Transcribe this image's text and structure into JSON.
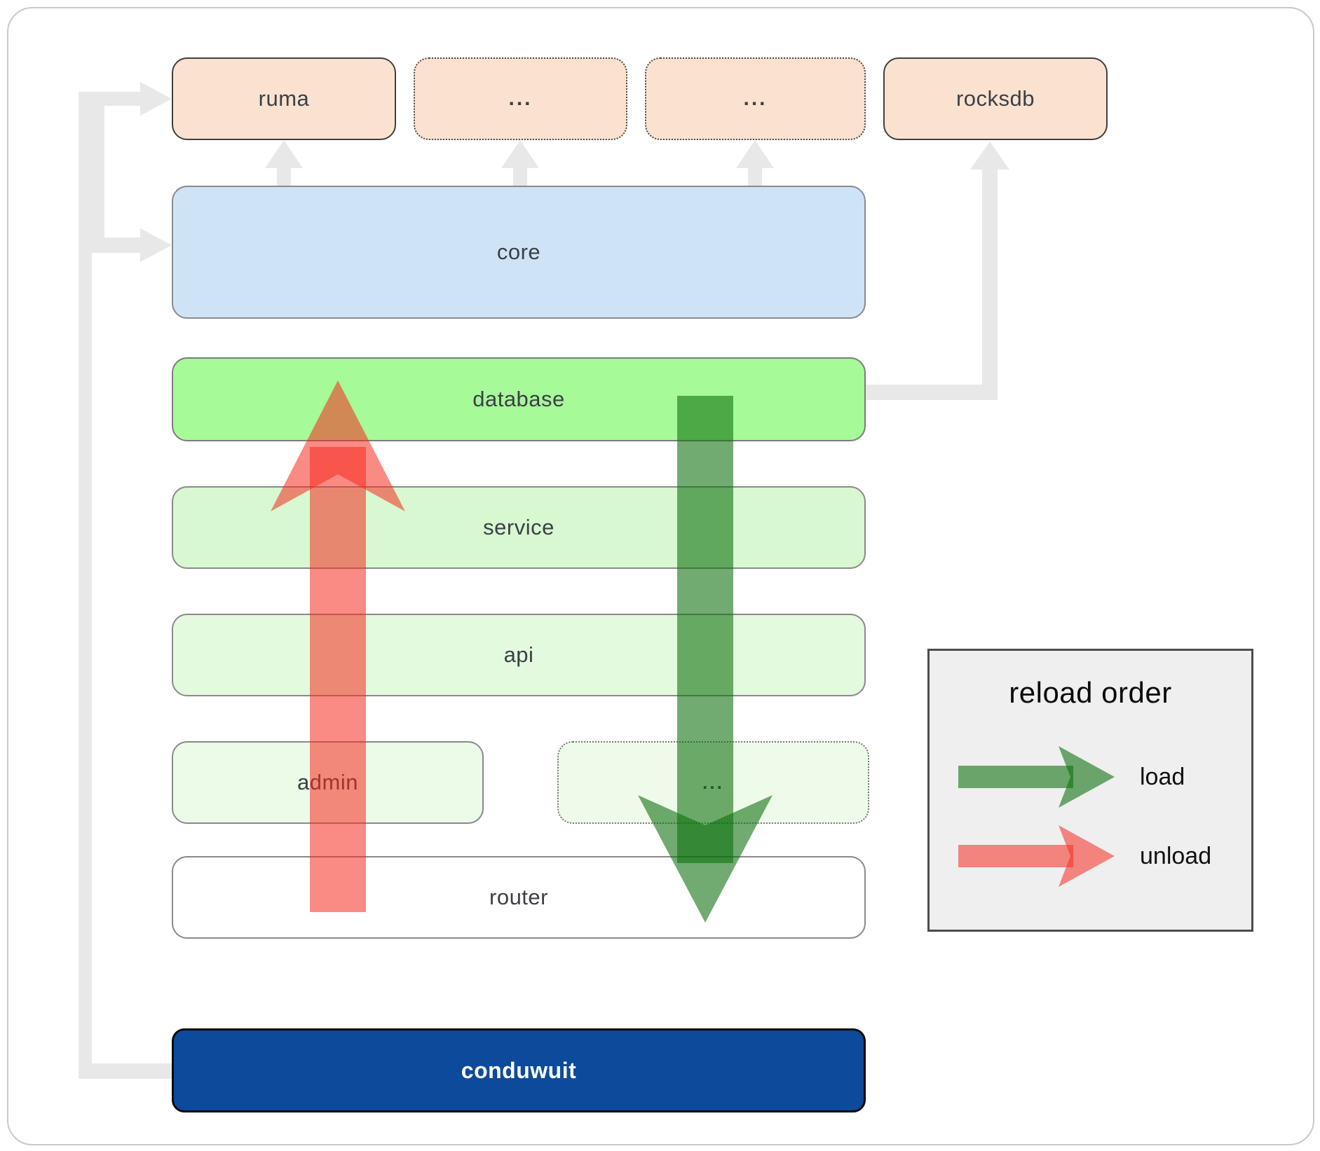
{
  "colors": {
    "canvas_bg": "#ffffff",
    "frame_border": "#c9c9c9",
    "peach_fill": "#fbe2d0",
    "dark_box_border": "#3f3f3f",
    "core_fill": "#cfe3f7",
    "database_fill": "#a6fa98",
    "service_fill": "#d7f8d0",
    "api_fill": "#e3fade",
    "admin_fill": "#ecfae8",
    "admin_dots_fill": "#eefbea",
    "router_fill": "#ffffff",
    "conduwuit_fill": "#0d4a9c",
    "gray_connector": "#e8e8e8",
    "load_green": "#0a6e0a",
    "unload_red": "#f62a1f",
    "legend_bg": "#efefef",
    "legend_border": "#4c4c4c",
    "text_dark": "#3b4046",
    "text_white": "#ffffff"
  },
  "diagram": {
    "top_row": [
      {
        "label": "ruma",
        "border": "solid"
      },
      {
        "label": "...",
        "border": "dotted"
      },
      {
        "label": "...",
        "border": "dotted"
      },
      {
        "label": "rocksdb",
        "border": "solid"
      }
    ],
    "core": {
      "label": "core"
    },
    "database": {
      "label": "database"
    },
    "service": {
      "label": "service"
    },
    "api": {
      "label": "api"
    },
    "admin": {
      "label": "admin"
    },
    "admin_dots": {
      "label": "..."
    },
    "router": {
      "label": "router"
    },
    "conduwuit": {
      "label": "conduwuit"
    }
  },
  "legend": {
    "title": "reload order",
    "items": [
      {
        "label": "load",
        "color": "green"
      },
      {
        "label": "unload",
        "color": "red"
      }
    ]
  }
}
